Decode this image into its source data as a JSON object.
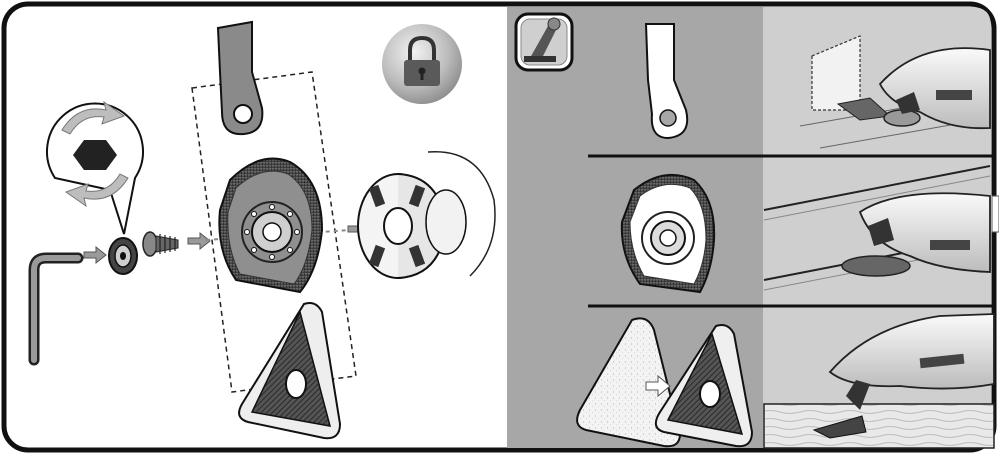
{
  "colors": {
    "panel_gray": "#a7a7a7",
    "right_gray": "#c9c9c9",
    "line_dark": "#222222",
    "felt": "#f4f4f4"
  },
  "icons": [
    "hex-key-icon",
    "rotate-arrows-icon",
    "hex-bolt-icon",
    "padlock-icon",
    "tool-setup-icon",
    "insertion-arrow-icon"
  ],
  "panels": {
    "assembly": {
      "parts": [
        "allen-key",
        "clamp-screw",
        "plunge-blade",
        "segment-saw-blade",
        "sanding-pad",
        "tool-flange"
      ]
    },
    "usage_rows": [
      "plunge-cut",
      "flush-cut",
      "sanding"
    ]
  }
}
